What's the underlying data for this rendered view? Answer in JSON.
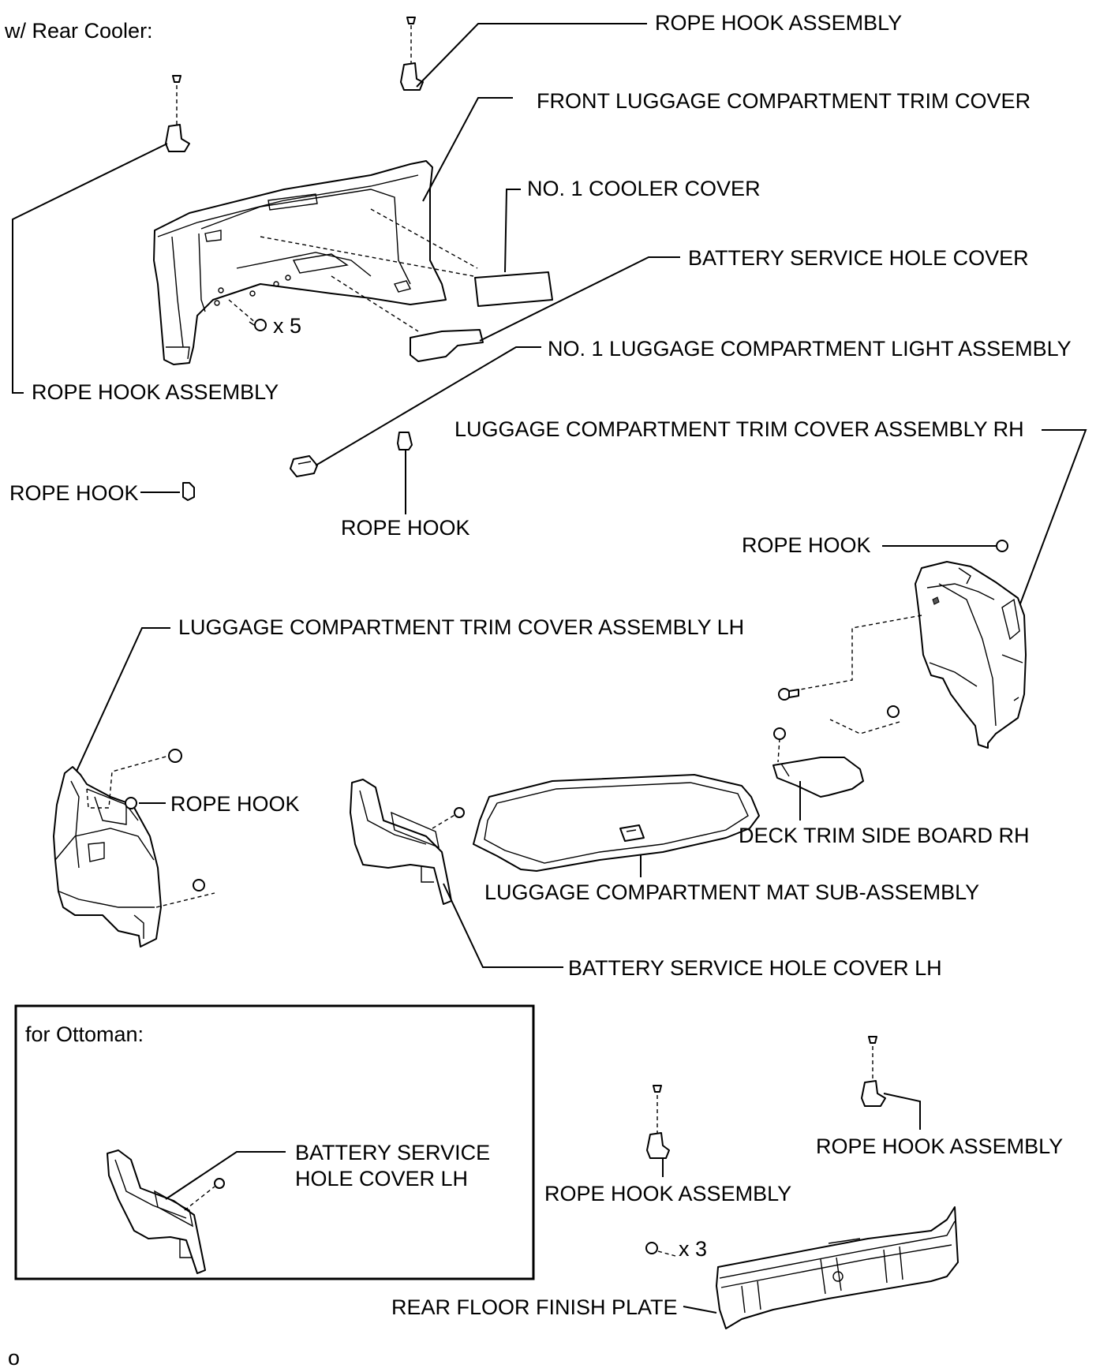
{
  "diagram": {
    "headings": {
      "rear_cooler": "w/ Rear Cooler:",
      "ottoman": "for Ottoman:"
    },
    "labels": {
      "rope_hook_assembly_top": "ROPE HOOK ASSEMBLY",
      "front_trim_cover": "FRONT LUGGAGE COMPARTMENT TRIM COVER",
      "no1_cooler_cover": "NO. 1 COOLER COVER",
      "battery_service_hole_cover": "BATTERY SERVICE HOLE COVER",
      "clip_count_5": "x 5",
      "rope_hook_assembly_left": "ROPE HOOK ASSEMBLY",
      "no1_light_assembly": "NO. 1 LUGGAGE COMPARTMENT LIGHT ASSEMBLY",
      "trim_cover_rh": "LUGGAGE COMPARTMENT TRIM COVER ASSEMBLY RH",
      "rope_hook_left": "ROPE HOOK",
      "rope_hook_center": "ROPE HOOK",
      "rope_hook_rh": "ROPE HOOK",
      "trim_cover_lh": "LUGGAGE COMPARTMENT TRIM COVER ASSEMBLY LH",
      "rope_hook_lh": "ROPE HOOK",
      "deck_trim_side_board_rh": "DECK TRIM SIDE BOARD RH",
      "mat_sub_assembly": "LUGGAGE COMPARTMENT MAT SUB-ASSEMBLY",
      "battery_cover_lh": "BATTERY SERVICE HOLE COVER LH",
      "ottoman_battery_cover_line1": "BATTERY SERVICE",
      "ottoman_battery_cover_line2": "HOLE COVER LH",
      "rope_hook_assembly_bottom_right": "ROPE HOOK ASSEMBLY",
      "rope_hook_assembly_bottom_mid": "ROPE HOOK ASSEMBLY",
      "clip_count_3": "x 3",
      "rear_floor_finish_plate": "REAR FLOOR FINISH PLATE"
    },
    "figure_code": "o"
  }
}
